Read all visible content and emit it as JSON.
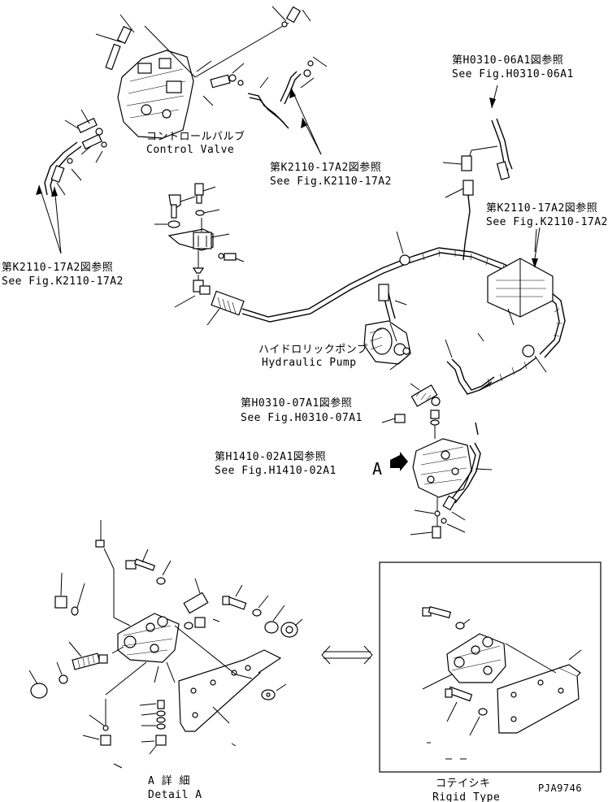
{
  "labels": {
    "control_valve_jp": "コントロールバルブ",
    "control_valve_en": "Control Valve",
    "ref_k2110_top_jp": "第K2110-17A2図参照",
    "ref_k2110_top_en": "See Fig.K2110-17A2",
    "ref_h0310_06_jp": "第H0310-06A1図参照",
    "ref_h0310_06_en": "See Fig.H0310-06A1",
    "ref_k2110_right_jp": "第K2110-17A2図参照",
    "ref_k2110_right_en": "See Fig.K2110-17A2",
    "ref_k2110_left_jp": "第K2110-17A2図参照",
    "ref_k2110_left_en": "See Fig.K2110-17A2",
    "hydraulic_pump_jp": "ハイドロリックポンプ",
    "hydraulic_pump_en": "Hydraulic Pump",
    "ref_h0310_07_jp": "第H0310-07A1図参照",
    "ref_h0310_07_en": "See Fig.H0310-07A1",
    "ref_h1410_jp": "第H1410-02A1図参照",
    "ref_h1410_en": "See Fig.H1410-02A1",
    "view_marker": "A",
    "detail_a_jp": "A 詳 細",
    "detail_a_en": "Detail A",
    "rigid_type_jp": "コテイシキ",
    "rigid_type_en": "Rigid Type",
    "drawing_code": "PJA9746"
  }
}
